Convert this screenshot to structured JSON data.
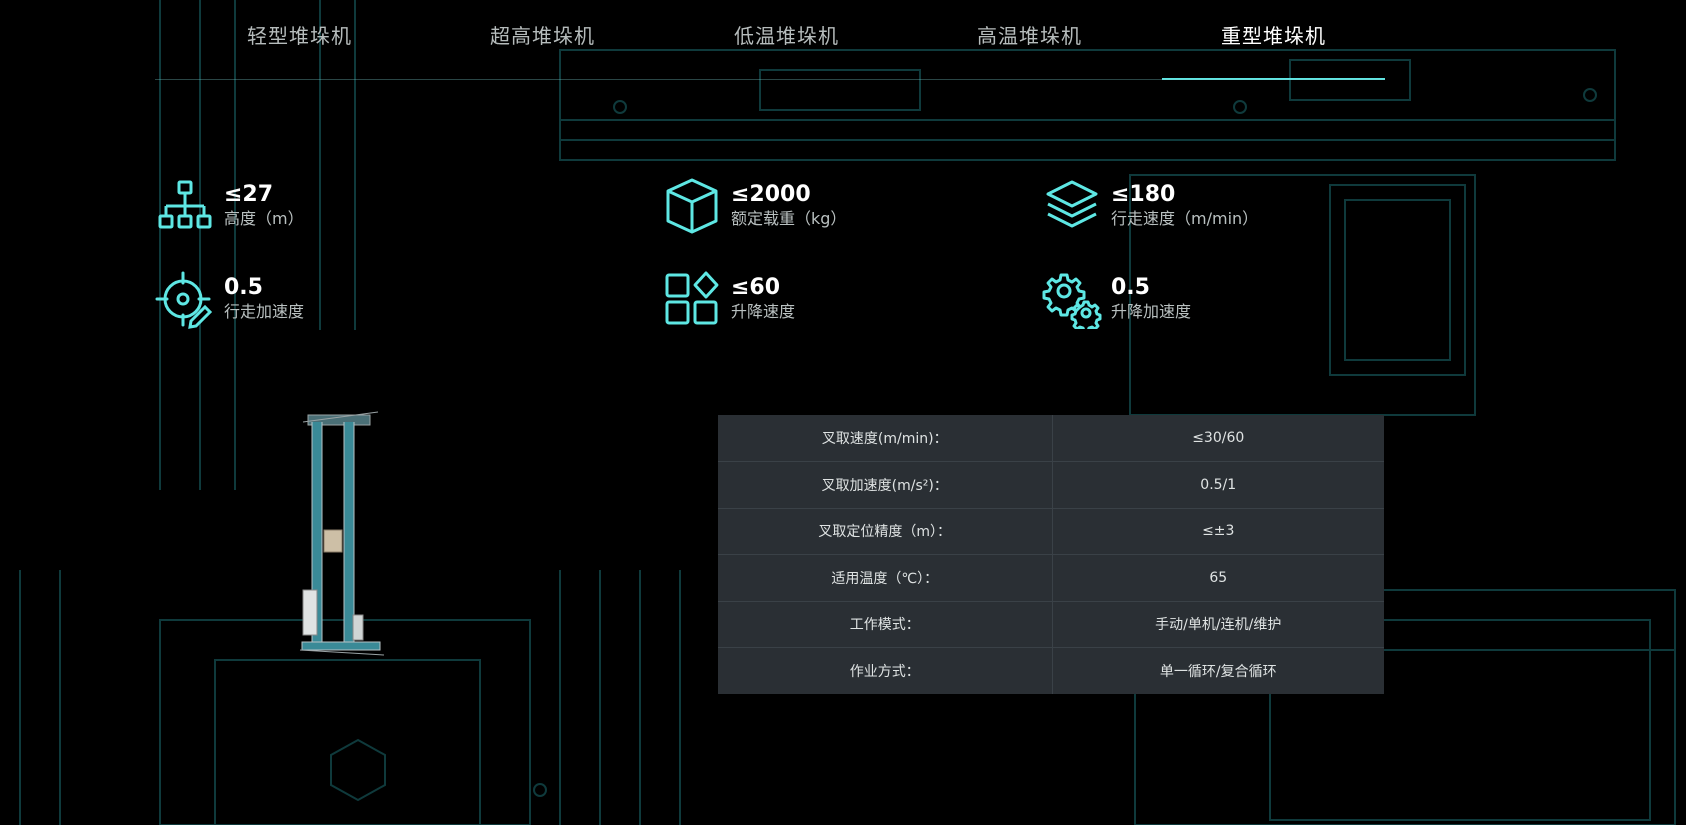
{
  "tabs": [
    {
      "label": "轻型堆垛机",
      "active": false
    },
    {
      "label": "超高堆垛机",
      "active": false
    },
    {
      "label": "低温堆垛机",
      "active": false
    },
    {
      "label": "高温堆垛机",
      "active": false
    },
    {
      "label": "重型堆垛机",
      "active": true
    }
  ],
  "specs": [
    {
      "icon": "hierarchy-icon",
      "value": "≤27",
      "label": "高度（m）"
    },
    {
      "icon": "box-icon",
      "value": "≤2000",
      "label": "额定载重（kg）"
    },
    {
      "icon": "layers-icon",
      "value": "≤180",
      "label": "行走速度（m/min）"
    },
    {
      "icon": "target-edit-icon",
      "value": "0.5",
      "label": "行走加速度"
    },
    {
      "icon": "grid-icon",
      "value": "≤60",
      "label": "升降速度"
    },
    {
      "icon": "gears-icon",
      "value": "0.5",
      "label": "升降加速度"
    }
  ],
  "params": [
    {
      "name": "叉取速度(m/min)：",
      "value": "≤30/60"
    },
    {
      "name": "叉取加速度(m/s²)：",
      "value": "0.5/1"
    },
    {
      "name": "叉取定位精度（m）：",
      "value": "≤±3"
    },
    {
      "name": "适用温度（℃）：",
      "value": "65"
    },
    {
      "name": "工作模式：",
      "value": "手动/单机/连机/维护"
    },
    {
      "name": "作业方式：",
      "value": "单一循环/复合循环"
    }
  ],
  "colors": {
    "accent": "#5ee7e4",
    "table_bg": "#2a2f34",
    "background": "#000000"
  }
}
